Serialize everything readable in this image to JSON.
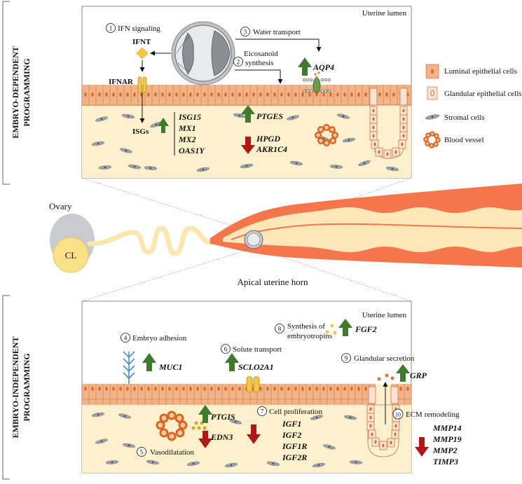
{
  "top_panel": {
    "side_label_1": "EMBRYO-DEPENDENT",
    "side_label_2": "PROGRAMMING",
    "lumen_label": "Uterine lumen",
    "step1": {
      "num": "1",
      "label": "IFN signaling"
    },
    "ifnt": "IFNT",
    "ifnar": "IFNAR",
    "isgs": "ISGs",
    "isg_genes": [
      "ISG15",
      "MX1",
      "MX2",
      "OAS1Y"
    ],
    "step2": {
      "num": "2",
      "label_1": "Eicosanoid",
      "label_2": "synthesis"
    },
    "ptges": "PTGES",
    "down_genes": [
      "HPGD",
      "AKR1C4"
    ],
    "step3": {
      "num": "3",
      "label": "Water transport"
    },
    "aqp4": "AQP4"
  },
  "legend": {
    "items": [
      {
        "label": "Luminal epithelial cells",
        "icon": "luminal-cell-icon"
      },
      {
        "label": "Glandular epithelial cells",
        "icon": "glandular-cell-icon"
      },
      {
        "label": "Stromal cells",
        "icon": "stromal-cell-icon"
      },
      {
        "label": "Blood vessel",
        "icon": "blood-vessel-icon"
      }
    ]
  },
  "middle": {
    "ovary": "Ovary",
    "cl": "CL",
    "horn": "Apical uterine horn"
  },
  "bottom_panel": {
    "side_label_1": "EMBRYO-INDEPENDENT",
    "side_label_2": "PROGRAMMING",
    "lumen_label": "Uterine lumen",
    "step4": {
      "num": "4",
      "label": "Embryo adhesion"
    },
    "muc1": "MUC1",
    "step5": {
      "num": "5",
      "label": "Vasodilatation"
    },
    "ptgis": "PTGIS",
    "edn3": "EDN3",
    "step6": {
      "num": "6",
      "label": "Solute transport"
    },
    "sclo": "SCLO2A1",
    "step7": {
      "num": "7",
      "label": "Cell proliferation"
    },
    "igf_genes": [
      "IGF1",
      "IGF2",
      "IGF1R",
      "IGF2R"
    ],
    "step8": {
      "num": "8",
      "label_1": "Synthesis of",
      "label_2": "embryotropins"
    },
    "fgf2": "FGF2",
    "step9": {
      "num": "9",
      "label": "Glandular secretion"
    },
    "grp": "GRP",
    "step10": {
      "num": "10",
      "label": "ECM remodeling"
    },
    "mmp_genes": [
      "MMP14",
      "MMP19",
      "MMP2",
      "TIMP3"
    ]
  },
  "colors": {
    "up_arrow": "#3f7a2e",
    "down_arrow": "#b01818",
    "epithelium": "#f3b388",
    "stroma": "#fdf0cc",
    "uterus": "#f4764a",
    "vessel": "#d9651e",
    "ifnt": "#f2c744"
  }
}
